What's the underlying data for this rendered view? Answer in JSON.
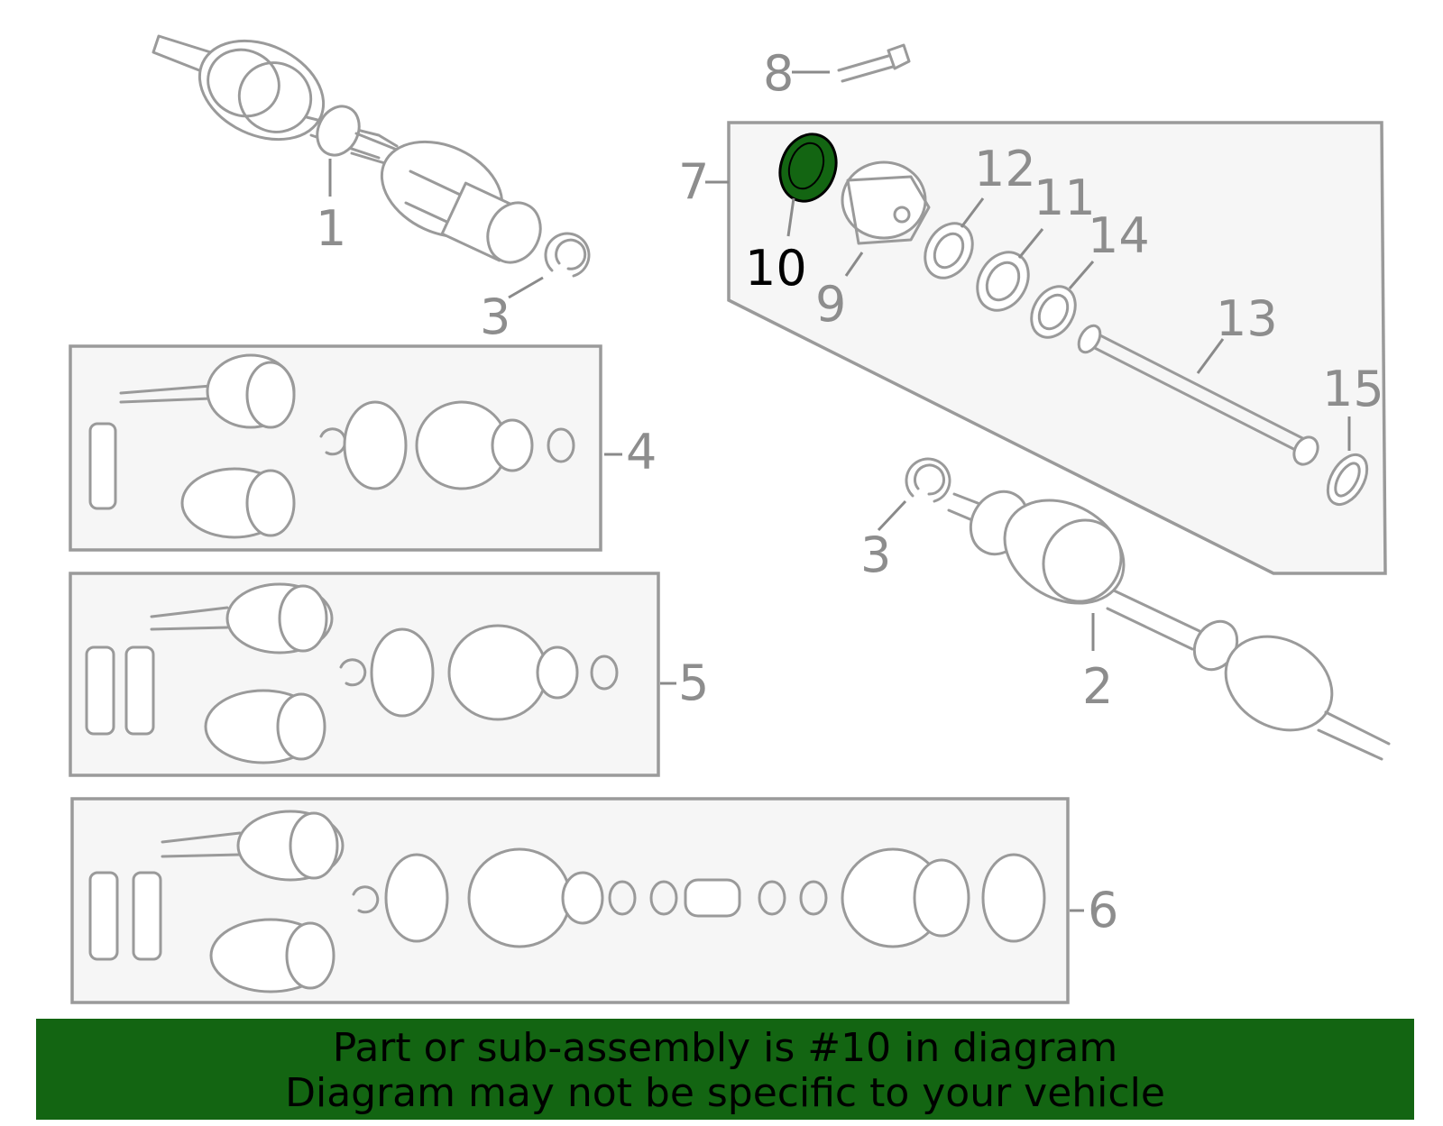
{
  "callouts": {
    "c1": "1",
    "c2": "2",
    "c3a": "3",
    "c3b": "3",
    "c4": "4",
    "c5": "5",
    "c6": "6",
    "c7": "7",
    "c8": "8",
    "c9": "9",
    "c10": "10",
    "c11": "11",
    "c12": "12",
    "c13": "13",
    "c14": "14",
    "c15": "15"
  },
  "highlight": {
    "part_number": "10",
    "color": "#136512"
  },
  "colors": {
    "line": "#9a9a9a",
    "box_fill": "#f6f6f6",
    "banner": "#136512"
  },
  "footer": {
    "line1": "Part or sub-assembly is #10 in diagram",
    "line2": "Diagram may not be specific to your vehicle"
  }
}
